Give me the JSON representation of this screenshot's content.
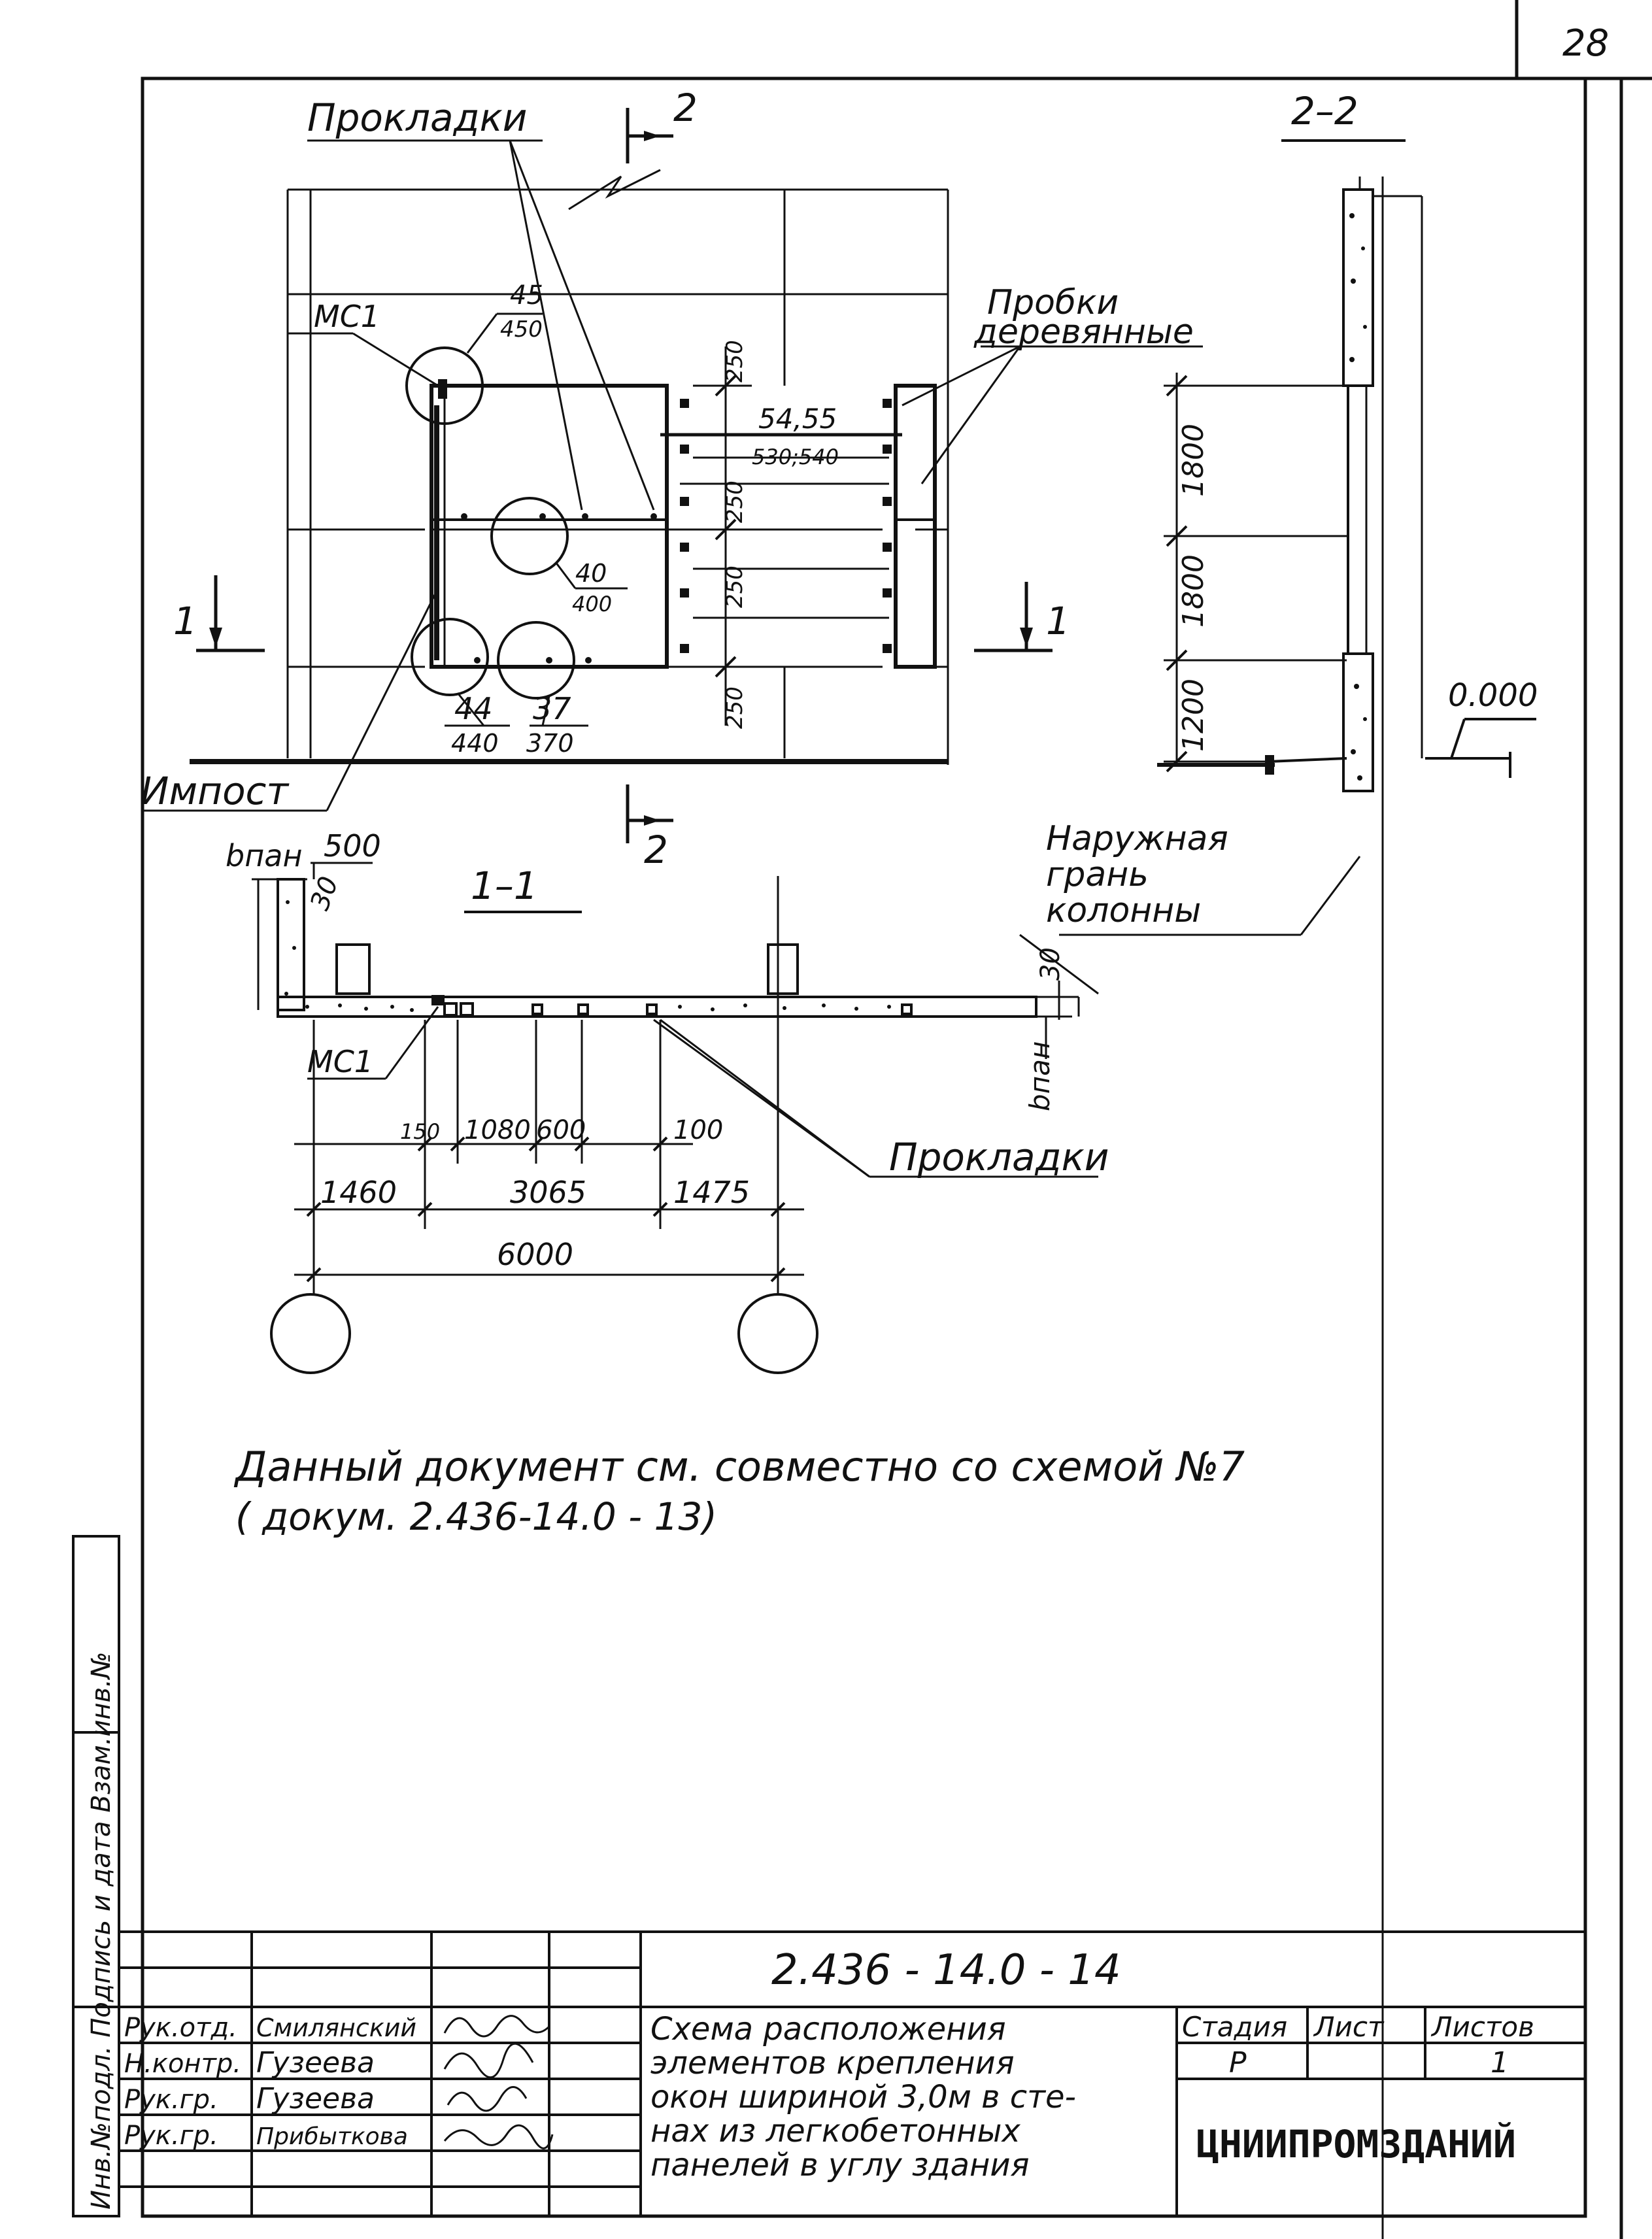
{
  "sheet_number": "28",
  "elevation": {
    "label_pads": "Прокладки",
    "label_plugs_1": "Пробки",
    "label_plugs_2": "деревянные",
    "label_mullion": "Импост",
    "mark_mc1": "МС1",
    "node_45": "45",
    "node_450": "450",
    "node_40": "40",
    "node_400": "400",
    "node_44": "44",
    "node_440": "440",
    "node_37": "37",
    "node_370": "370",
    "dim_250_a": "250",
    "dim_250_b": "250",
    "dim_250_c": "250",
    "dim_250_d": "250",
    "dim_5455": "54,55",
    "dim_530540": "530;540",
    "cut_1_left": "1",
    "cut_1_right": "1",
    "cut_2_top": "2",
    "cut_2_bottom": "2"
  },
  "section_22": {
    "title": "2–2",
    "dim_1800_a": "1800",
    "dim_1800_b": "1800",
    "dim_1200": "1200",
    "level": "0.000"
  },
  "section_11": {
    "title": "1–1",
    "label_bpan": "bпан",
    "dim_500": "500",
    "dim_30_left": "30",
    "dim_30_right": "30",
    "label_bpan_right": "bпан",
    "label_outer_face_1": "Наружная",
    "label_outer_face_2": "грань",
    "label_outer_face_3": "колонны",
    "mark_mc1": "МС1",
    "label_pads": "Прокладки",
    "dim_150": "150",
    "dim_1080": "1080",
    "dim_600": "600",
    "dim_100": "100",
    "dim_1460": "1460",
    "dim_3065": "3065",
    "dim_1475": "1475",
    "dim_6000": "6000"
  },
  "note": {
    "line1": "Данный  документ  см. совместно со схемой №7",
    "line2": "( докум. 2.436-14.0 - 13)"
  },
  "side_stamp": {
    "text": "Инв.№подл. Подпись и дата Взам.инв.№"
  },
  "title_block": {
    "doc_code": "2.436 - 14.0 - 14",
    "roles": [
      "Рук.отд.",
      "Н.контр.",
      "Рук.гр.",
      "Рук.гр."
    ],
    "names": [
      "Смилянский",
      "Гузеева",
      "Гузеева",
      "Прибыткова"
    ],
    "description_lines": [
      "Схема расположения",
      "элементов крепления",
      "окон шириной 3,0м в сте-",
      "нах из легкобетонных",
      "панелей в углу здания"
    ],
    "stage_label": "Стадия",
    "sheet_label": "Лист",
    "sheets_label": "Листов",
    "stage_value": "Р",
    "sheets_value": "1",
    "organization": "ЦНИИПРОМЗДАНИЙ"
  }
}
